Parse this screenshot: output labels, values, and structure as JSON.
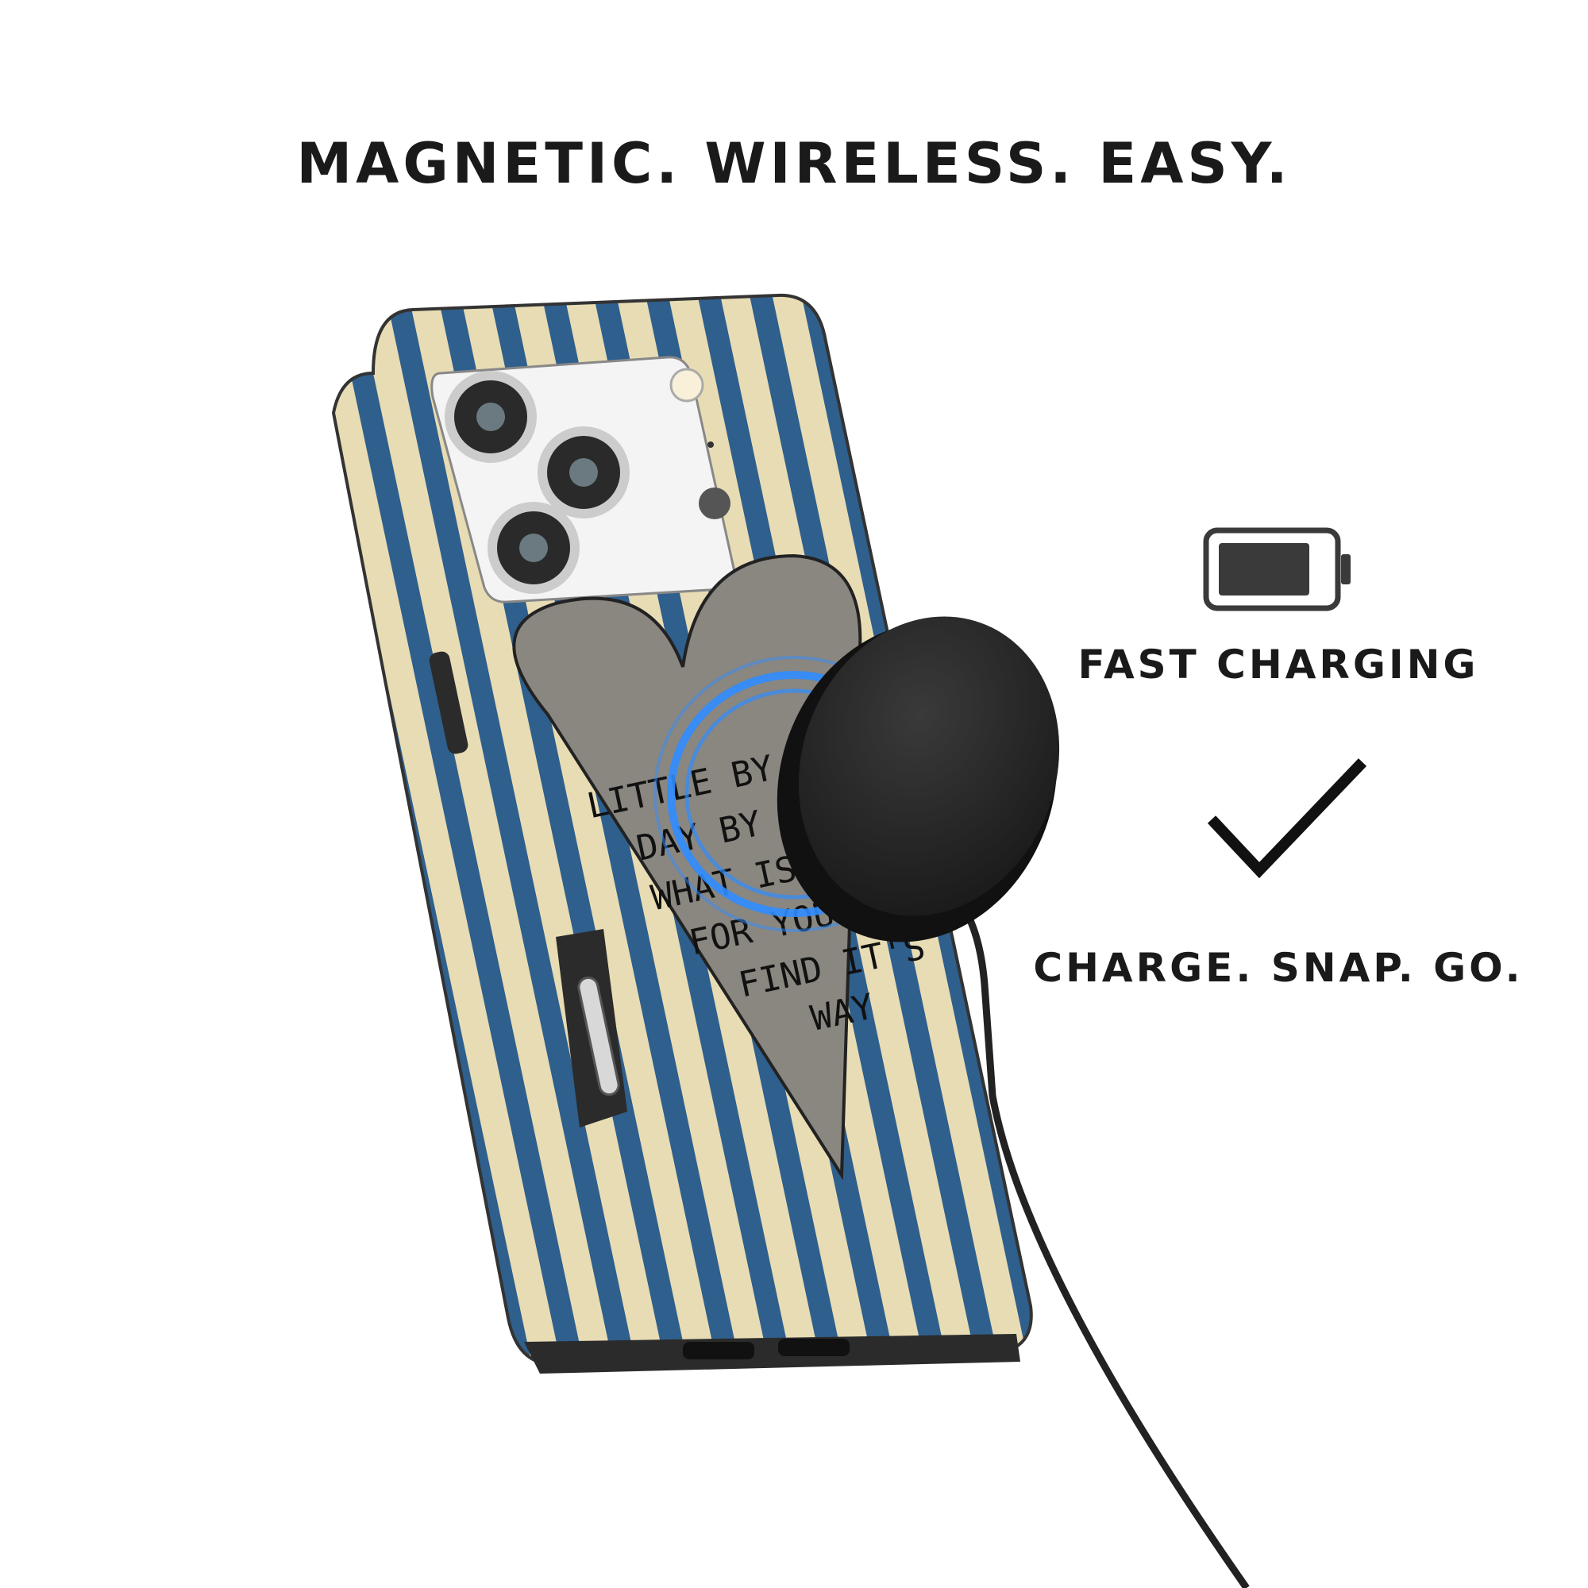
{
  "headline": "MAGNETIC. WIRELESS. EASY.",
  "features": [
    {
      "icon": "battery-icon",
      "label": "FAST CHARGING"
    },
    {
      "icon": "checkmark-icon",
      "label": "CHARGE. SNAP. GO."
    }
  ],
  "case_print": {
    "lines": [
      "LITTLE BY",
      "DAY BY",
      "WHAT IS M",
      "FOR YOU WI",
      "FIND IT'S",
      "WAY"
    ]
  },
  "colors": {
    "stripe_blue": "#2f5f8c",
    "stripe_cream": "#e8dcb5",
    "heart_gray": "#8a8680",
    "charger_black": "#262626",
    "glow_blue": "#2f8dff"
  }
}
